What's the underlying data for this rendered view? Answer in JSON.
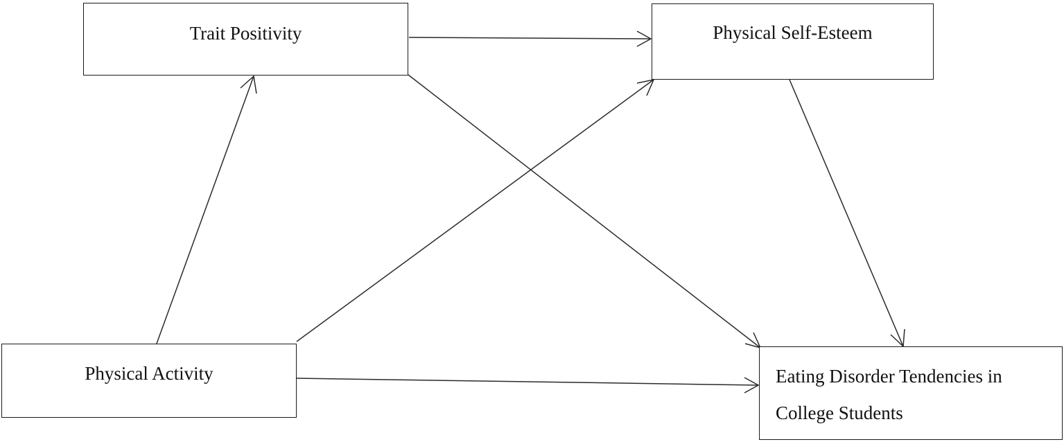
{
  "diagram": {
    "nodes": {
      "trait_positivity": "Trait Positivity",
      "physical_self_esteem": "Physical Self-Esteem",
      "physical_activity": "Physical Activity",
      "eating_disorder": "Eating Disorder Tendencies in College Students"
    },
    "edges": [
      {
        "from": "Physical Activity",
        "to": "Trait Positivity"
      },
      {
        "from": "Physical Activity",
        "to": "Physical Self-Esteem"
      },
      {
        "from": "Physical Activity",
        "to": "Eating Disorder Tendencies in College Students"
      },
      {
        "from": "Trait Positivity",
        "to": "Physical Self-Esteem"
      },
      {
        "from": "Trait Positivity",
        "to": "Eating Disorder Tendencies in College Students"
      },
      {
        "from": "Physical Self-Esteem",
        "to": "Eating Disorder Tendencies in College Students"
      }
    ],
    "colors": {
      "stroke": "#2a2a2a",
      "background": "#ffffff"
    }
  }
}
